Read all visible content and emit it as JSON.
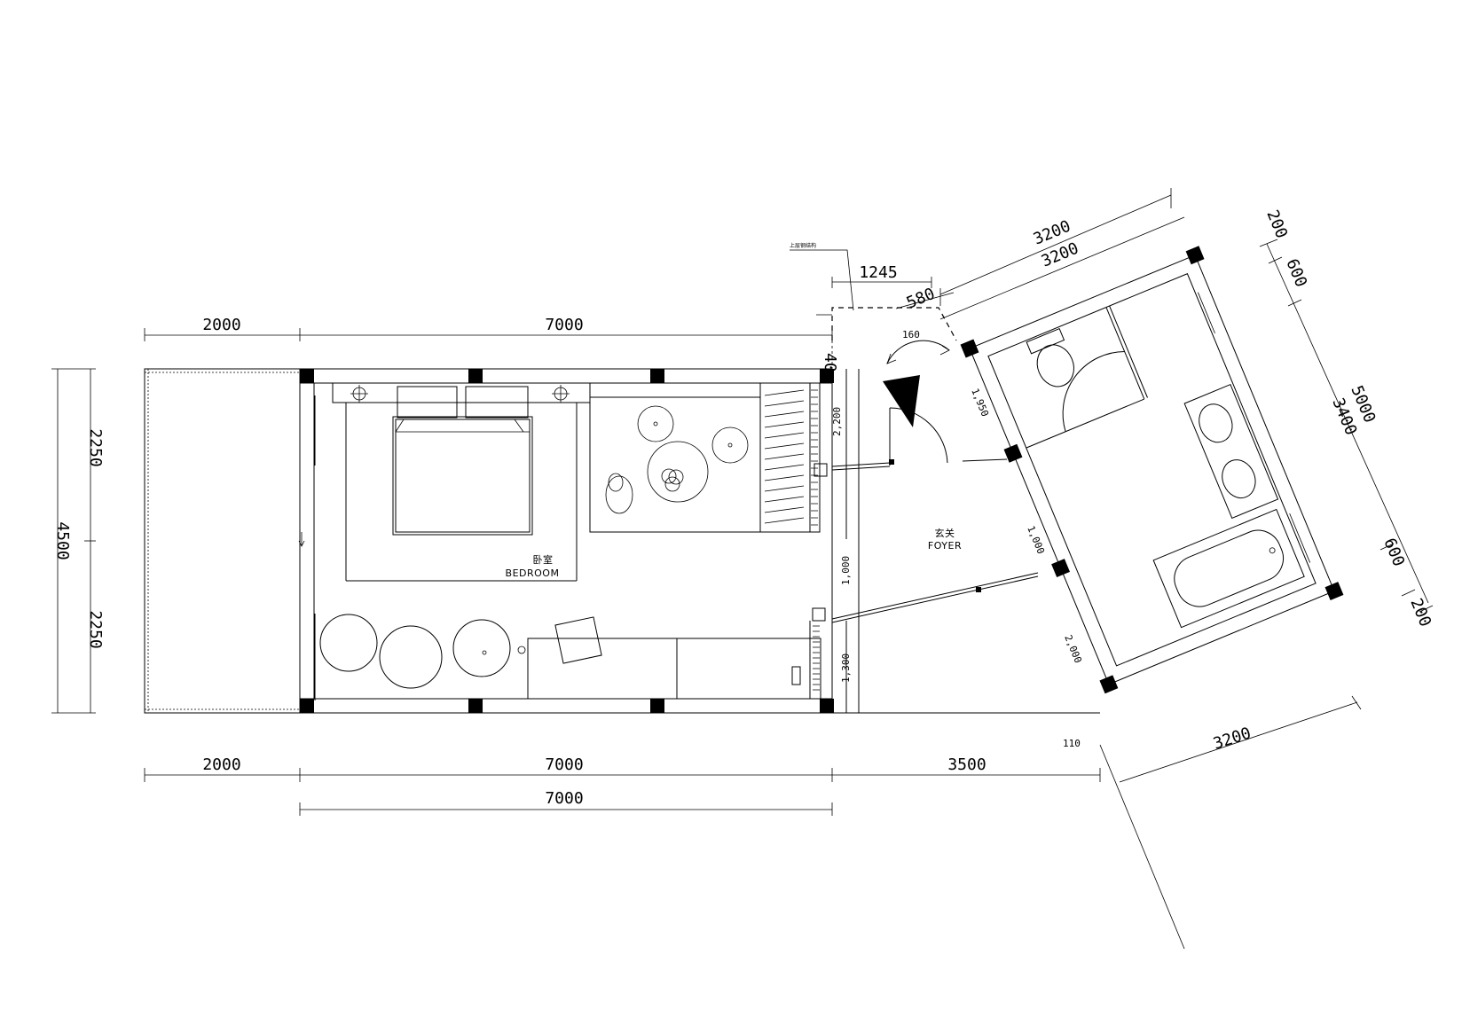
{
  "rooms": {
    "bedroom_cn": "卧室",
    "bedroom_en": "BEDROOM",
    "foyer_cn": "玄关",
    "foyer_en": "FOYER"
  },
  "note": "上层钢结构",
  "dims": {
    "top_left": "2000",
    "top_mid": "7000",
    "v40": "40",
    "d1245": "1245",
    "d580": "580",
    "d160": "160",
    "top_3200_a": "3200",
    "top_3200_b": "3200",
    "r200_top": "200",
    "r600_top": "600",
    "r5000": "5000",
    "r3400": "3400",
    "r600_bot": "600",
    "r200_bot": "200",
    "left_2250_a": "2250",
    "left_2250_b": "2250",
    "left_4500": "4500",
    "bot_2000": "2000",
    "bot_7000_a": "7000",
    "bot_3500": "3500",
    "bot_7000_b": "7000",
    "bot_3200": "3200",
    "d110": "110",
    "s2200": "2,200",
    "s1000_a": "1,000",
    "s1300": "1,300",
    "s1950": "1,950",
    "s1000_b": "1,000",
    "s2000": "2,000"
  }
}
